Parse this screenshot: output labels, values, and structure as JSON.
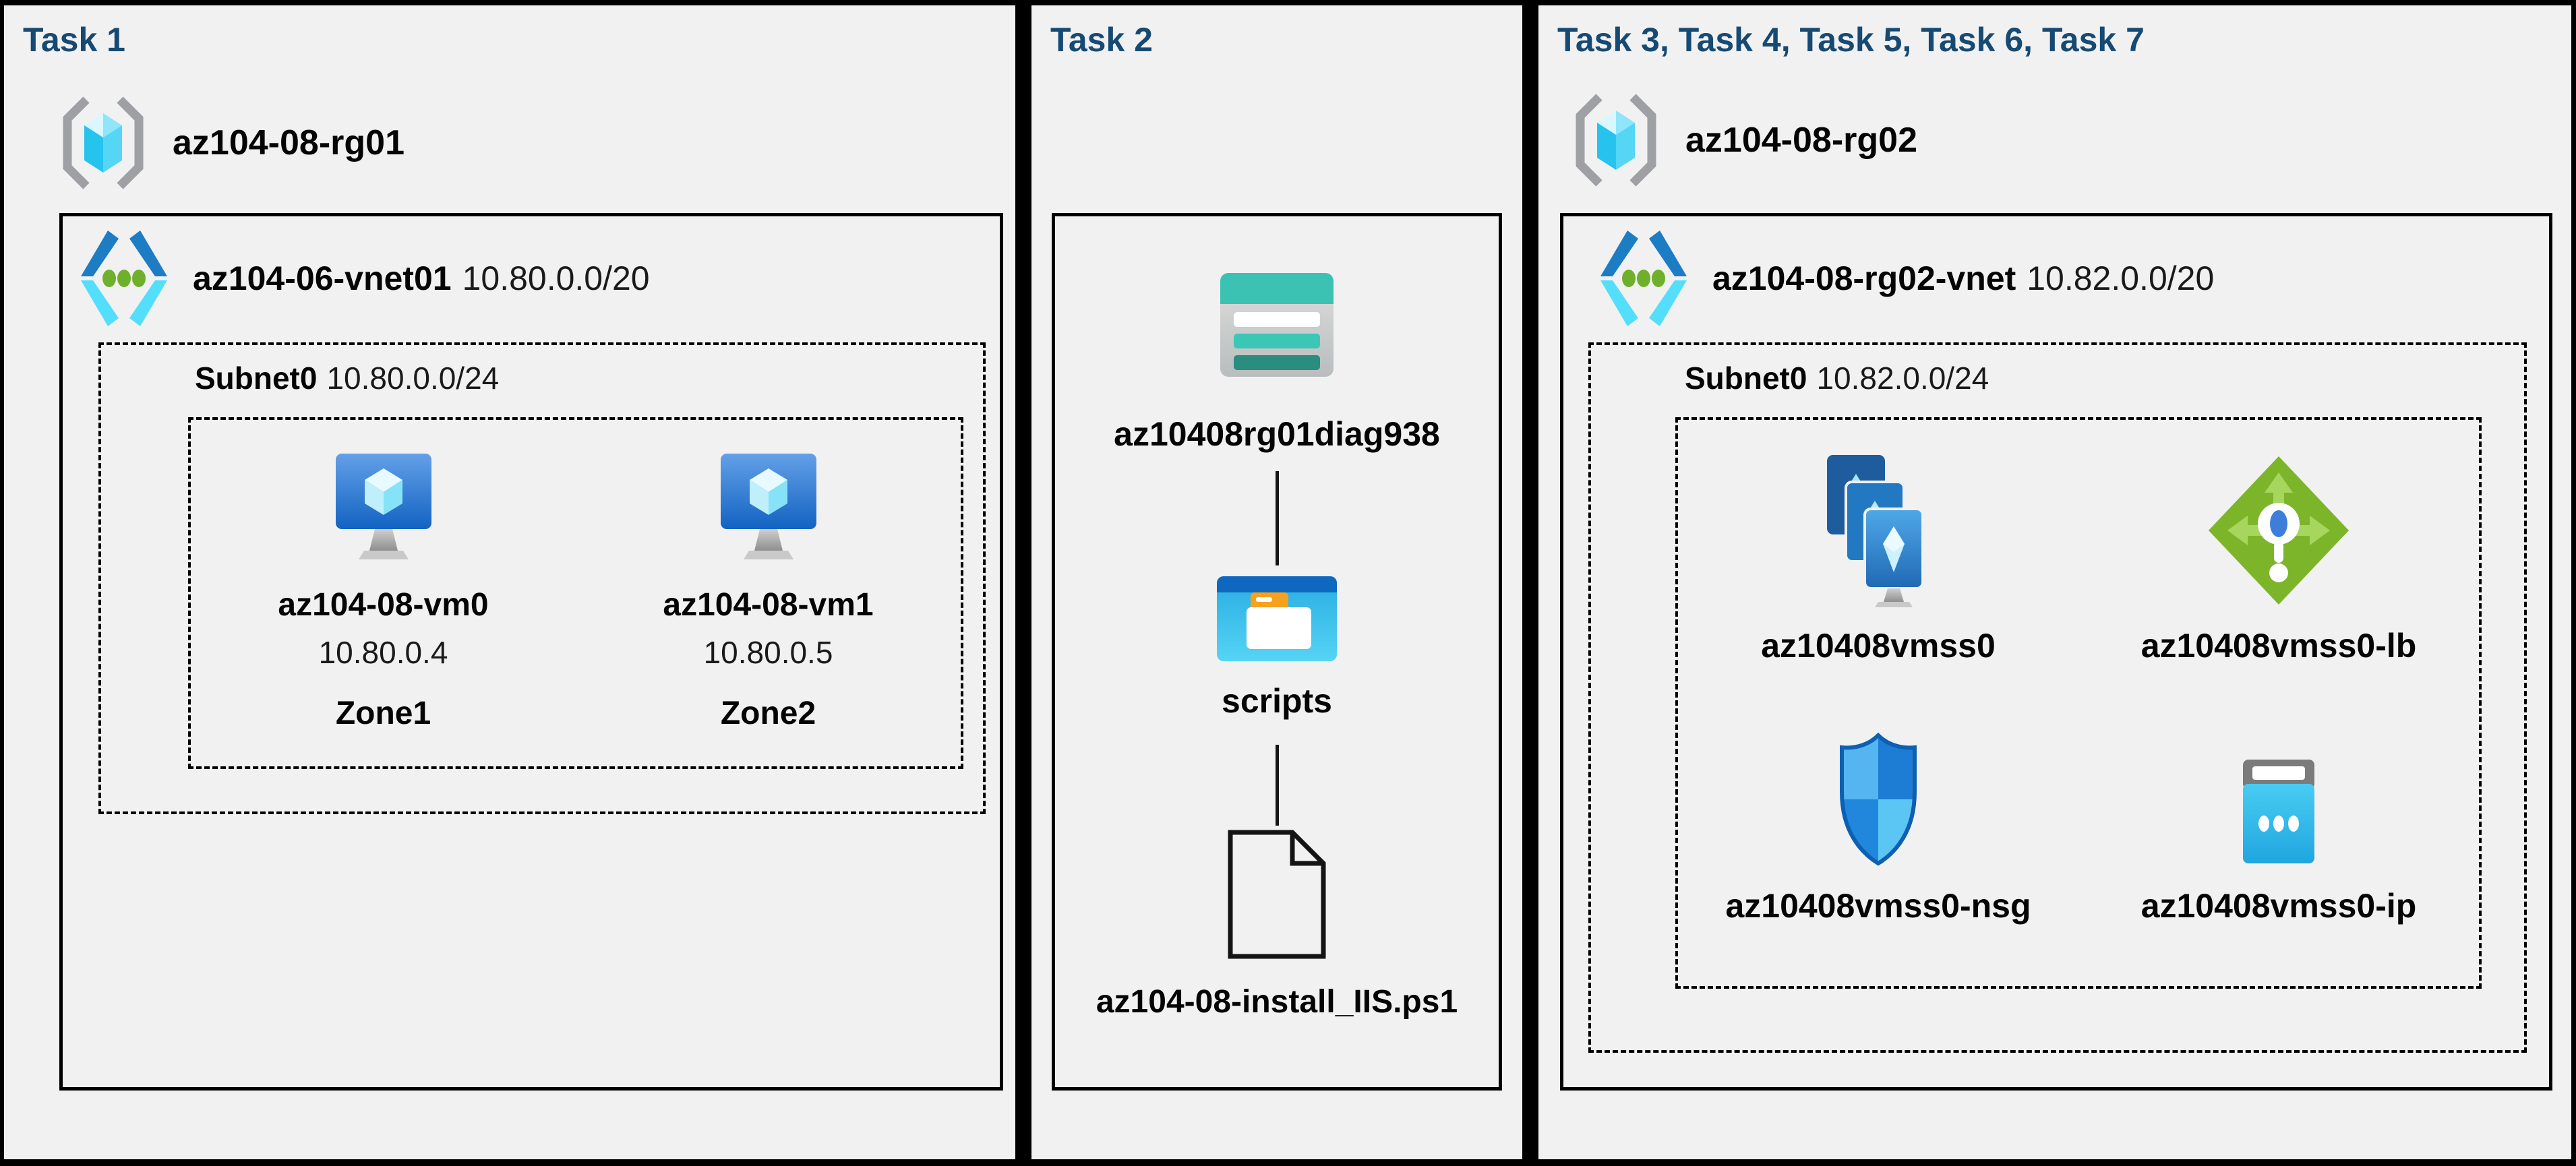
{
  "colors": {
    "page_bg": "#000000",
    "panel_bg": "#F1F1F2",
    "heading": "#164A72",
    "label": "#050505",
    "value": "#1A1A1A",
    "connector": "#141414",
    "vnet_blue": "#1C7CC4",
    "vnet_cyan": "#53DFFB",
    "green_dot": "#6EB02B",
    "vm_blue_top": "#64A0E8",
    "vm_blue_bottom": "#1263C2",
    "lb_green": "#7CB529",
    "nsg_blue": "#1D7CD3",
    "ip_cyan": "#2FBDEC",
    "storage_teal": "#3BC2B2",
    "folder_orange": "#F6A21D",
    "folder_blue": "#0F68C0"
  },
  "panels": {
    "task1": {
      "title": "Task 1",
      "resource_group": {
        "name": "az104-08-rg01",
        "icon": "resource-group-icon"
      },
      "vnet": {
        "name": "az104-06-vnet01",
        "cidr": "10.80.0.0/20",
        "icon": "virtual-network-icon"
      },
      "subnet": {
        "name": "Subnet0",
        "cidr": "10.80.0.0/24"
      },
      "vms": [
        {
          "name": "az104-08-vm0",
          "ip": "10.80.0.4",
          "zone": "Zone1",
          "icon": "virtual-machine-icon"
        },
        {
          "name": "az104-08-vm1",
          "ip": "10.80.0.5",
          "zone": "Zone2",
          "icon": "virtual-machine-icon"
        }
      ]
    },
    "task2": {
      "title": "Task 2",
      "storage_account": {
        "name": "az10408rg01diag938",
        "icon": "storage-account-icon"
      },
      "container": {
        "name": "scripts",
        "icon": "blob-container-icon"
      },
      "file": {
        "name": "az104-08-install_IIS.ps1",
        "icon": "file-icon"
      }
    },
    "task3": {
      "title": "Task 3, Task 4, Task 5, Task 6, Task 7",
      "resource_group": {
        "name": "az104-08-rg02",
        "icon": "resource-group-icon"
      },
      "vnet": {
        "name": "az104-08-rg02-vnet",
        "cidr": "10.82.0.0/20",
        "icon": "virtual-network-icon"
      },
      "subnet": {
        "name": "Subnet0",
        "cidr": "10.82.0.0/24"
      },
      "resources": [
        {
          "name": "az10408vmss0",
          "icon": "vm-scale-set-icon"
        },
        {
          "name": "az10408vmss0-lb",
          "icon": "load-balancer-icon"
        },
        {
          "name": "az10408vmss0-nsg",
          "icon": "network-security-group-icon"
        },
        {
          "name": "az10408vmss0-ip",
          "icon": "public-ip-icon"
        }
      ]
    }
  }
}
